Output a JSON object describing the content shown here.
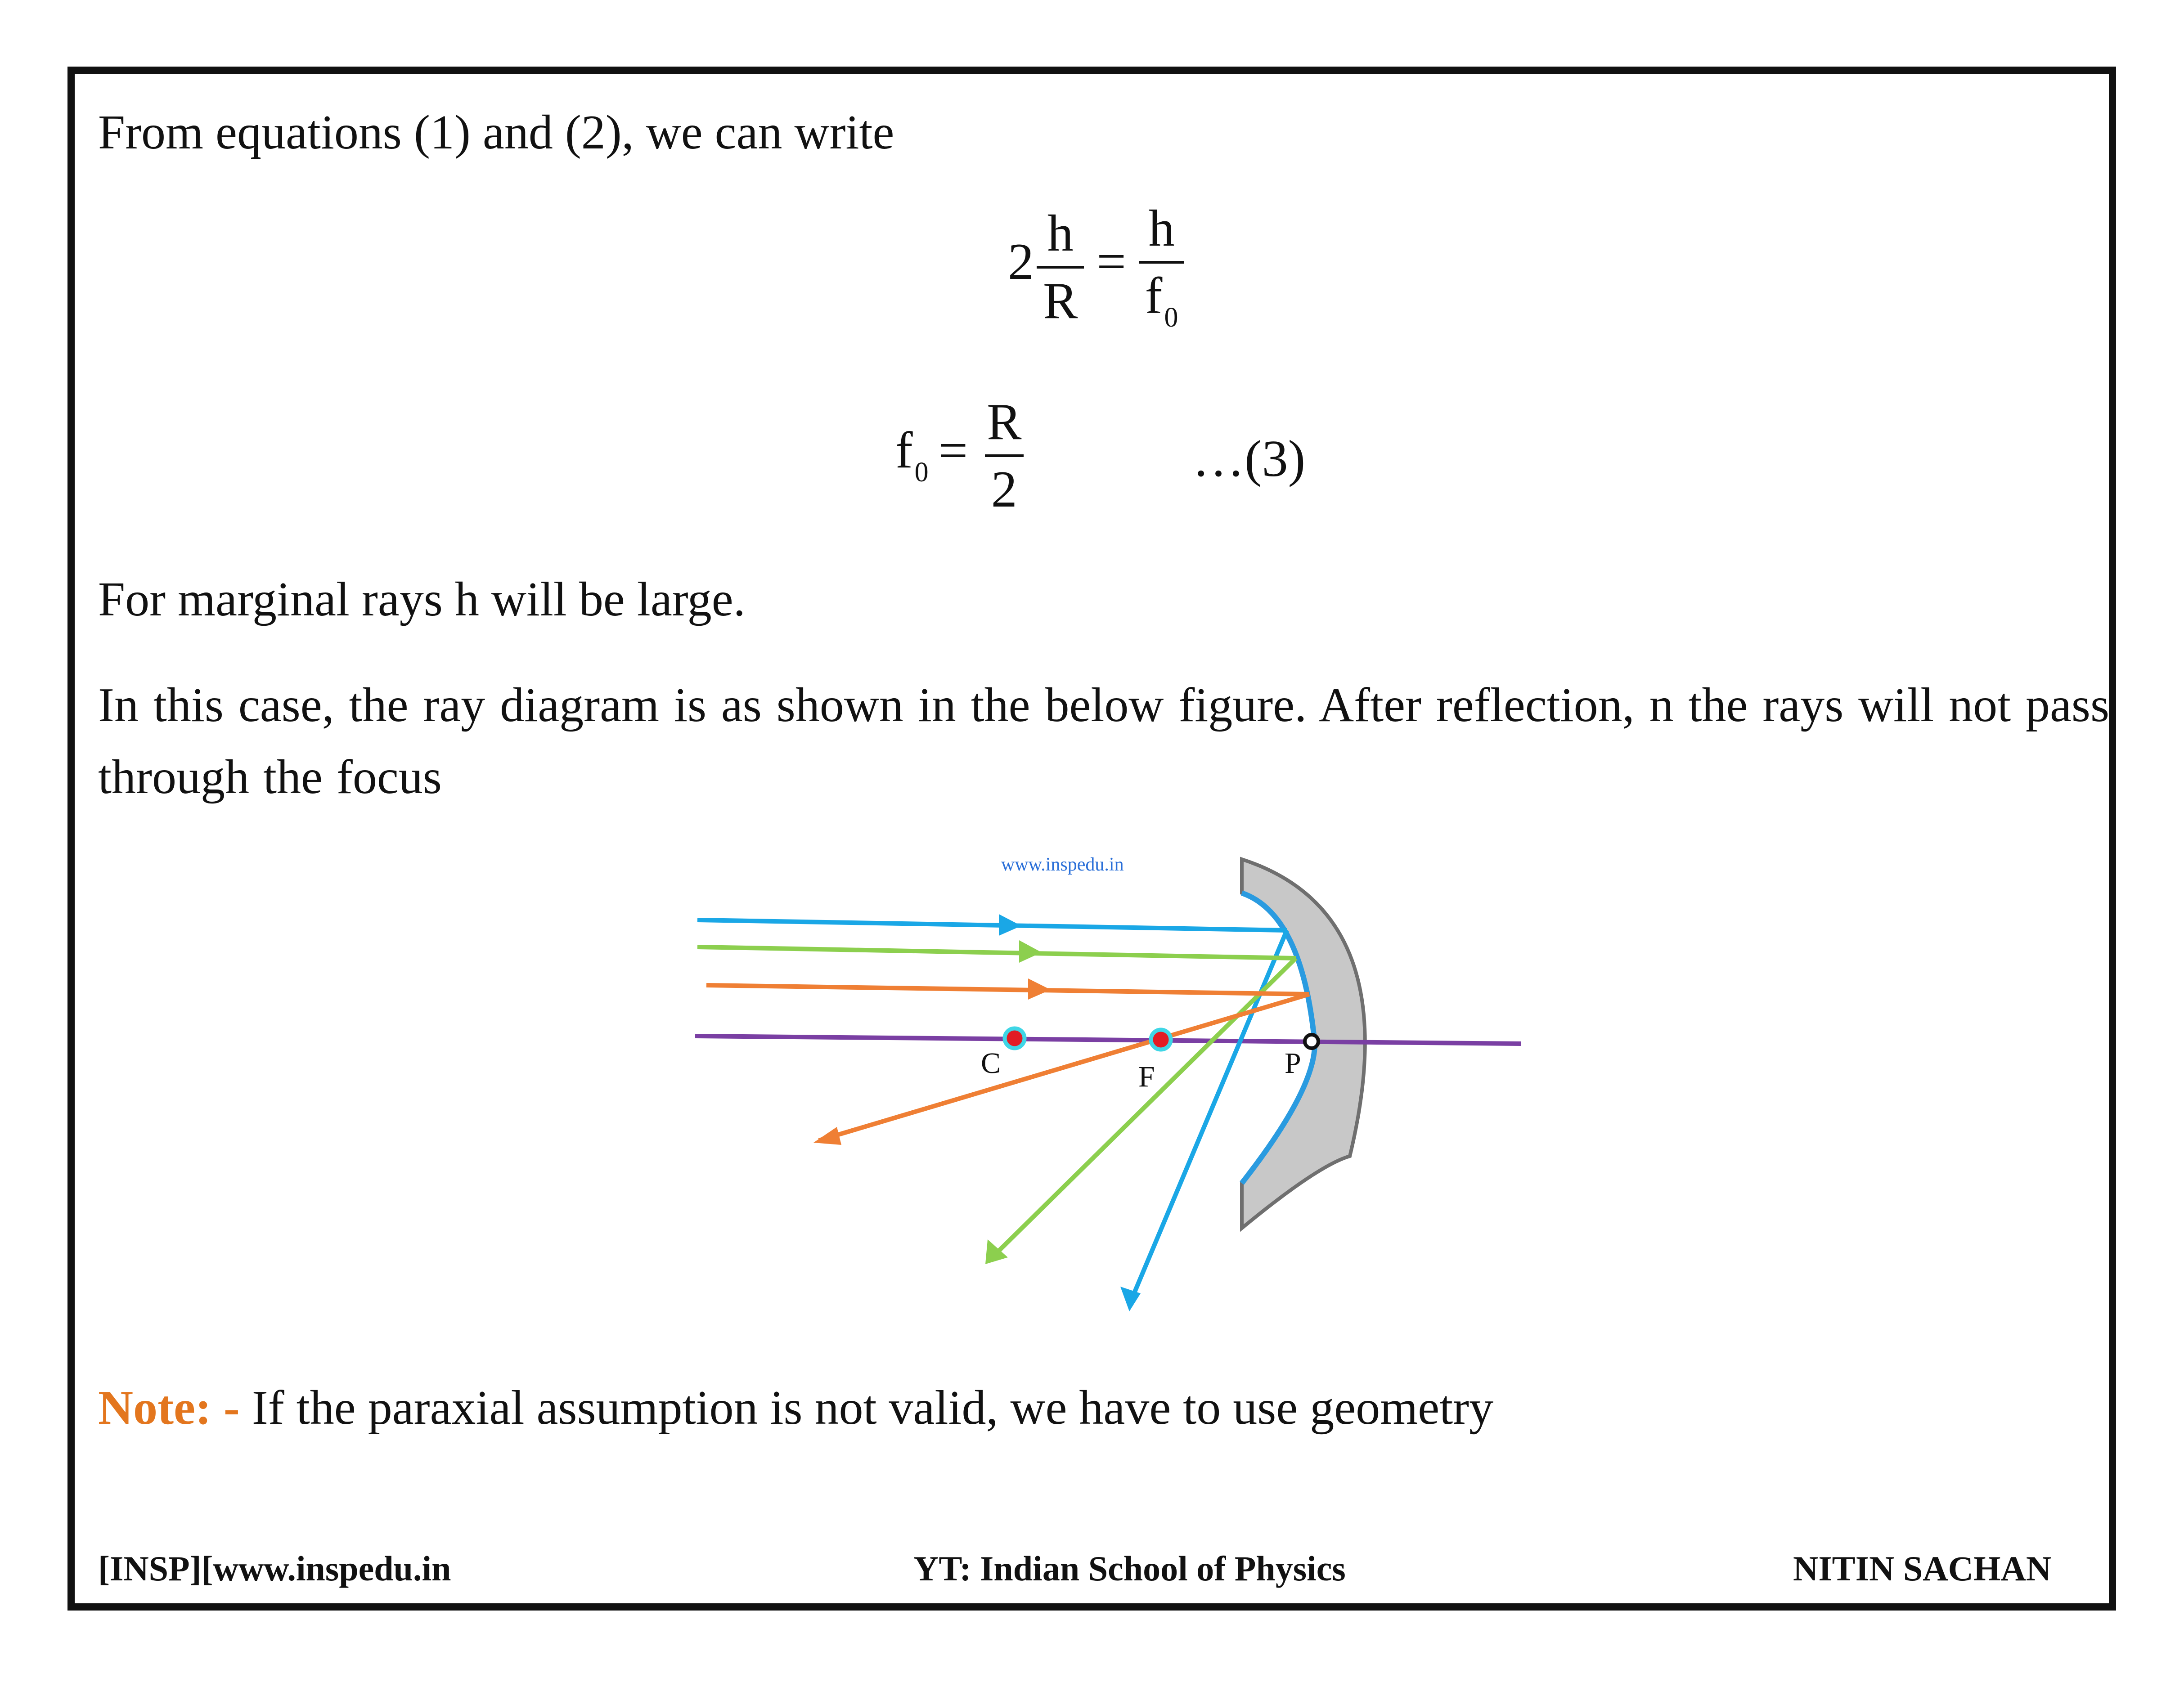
{
  "intro": "From equations (1) and (2), we can write",
  "equation1": {
    "coef": "2",
    "lhs_num": "h",
    "lhs_den": "R",
    "equals": "=",
    "rhs_num": "h",
    "rhs_den": "f",
    "rhs_den_sub": "0"
  },
  "equation2": {
    "lhs": "f",
    "lhs_sub": "0",
    "equals": "=",
    "rhs_num": "R",
    "rhs_den": "2",
    "tag": "…(3)"
  },
  "marginal_text": "For marginal rays h will be large.",
  "case_text": "In this case, the ray diagram is as shown in the below figure. After reflection, n the rays will not pass through the focus",
  "figure": {
    "watermark": "www.inspedu.in",
    "label_c": "C",
    "label_f": "F",
    "label_p": "P",
    "colors": {
      "ray1": "#1aa7e6",
      "ray2": "#8ccf4e",
      "ray3": "#ef7f34",
      "axis": "#7a3fa3",
      "mirror": "#c8c8c8",
      "mirror_inner": "#2a9be0"
    }
  },
  "note": {
    "label": "Note: -",
    "text": " If the paraxial assumption is not valid, we have to use geometry"
  },
  "footer": {
    "left": "[INSP][www.inspedu.in",
    "center": "YT: Indian School of Physics",
    "right": "NITIN SACHAN"
  }
}
